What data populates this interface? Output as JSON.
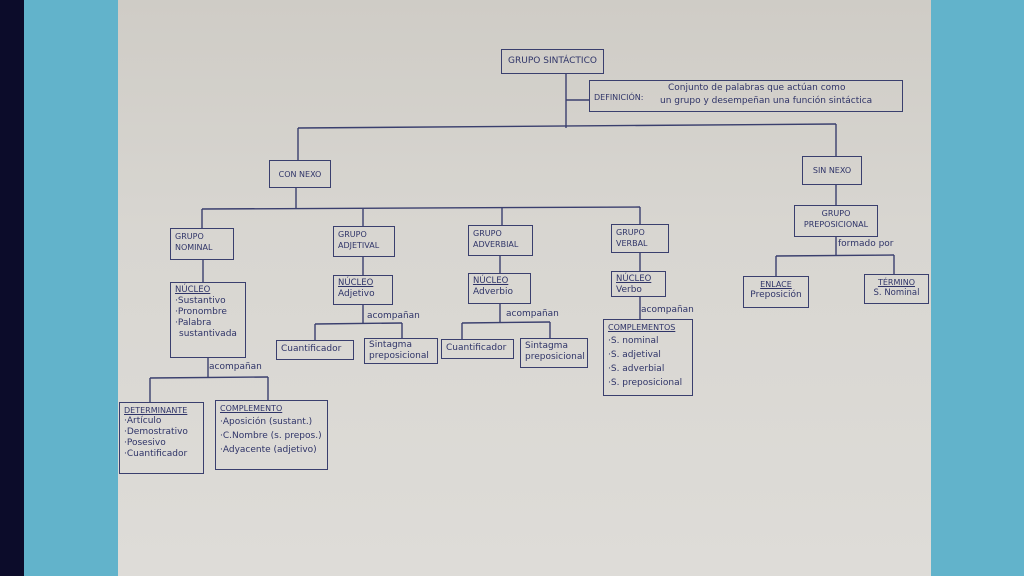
{
  "root": "GRUPO SINTÁCTICO",
  "definition": {
    "label": "DEFINICIÓN:",
    "line1": "Conjunto de palabras que actúan como",
    "line2": "un grupo y desempeñan una función sintáctica"
  },
  "con_nexo": "CON NEXO",
  "sin_nexo": "SIN NEXO",
  "groups": {
    "nominal": {
      "title1": "GRUPO",
      "title2": "NOMINAL",
      "nucleo": "NÚCLEO",
      "items": [
        "·Sustantivo",
        "·Pronombre",
        "·Palabra",
        "sustantivada"
      ],
      "acompanan": "acompañan",
      "determinante": {
        "title": "DETERMINANTE",
        "items": [
          "·Artículo",
          "·Demostrativo",
          "·Posesivo",
          "·Cuantificador"
        ]
      },
      "complemento": {
        "title": "COMPLEMENTO",
        "items": [
          "·Aposición (sustant.)",
          "·C.Nombre (s. prepos.)",
          "·Adyacente (adjetivo)"
        ]
      }
    },
    "adjetival": {
      "title1": "GRUPO",
      "title2": "ADJETIVAL",
      "nucleo": "NÚCLEO",
      "nucleo_val": "Adjetivo",
      "acompanan": "acompañan",
      "left": "Cuantificador",
      "right1": "Sintagma",
      "right2": "preposicional"
    },
    "adverbial": {
      "title1": "GRUPO",
      "title2": "ADVERBIAL",
      "nucleo": "NÚCLEO",
      "nucleo_val": "Adverbio",
      "acompanan": "acompañan",
      "left": "Cuantificador",
      "right1": "Sintagma",
      "right2": "preposicional"
    },
    "verbal": {
      "title1": "GRUPO",
      "title2": "VERBAL",
      "nucleo": "NÚCLEO",
      "nucleo_val": "Verbo",
      "acompanan": "acompañan",
      "complementos": {
        "title": "COMPLEMENTOS",
        "items": [
          "·S. nominal",
          "·S. adjetival",
          "·S. adverbial",
          "·S. preposicional"
        ]
      }
    },
    "preposicional": {
      "title1": "GRUPO",
      "title2": "PREPOSICIONAL",
      "formado": "formado por",
      "enlace": {
        "title": "ENLACE",
        "val": "Preposición"
      },
      "termino": {
        "title": "TÉRMINO",
        "val": "S. Nominal"
      }
    }
  },
  "colors": {
    "ink": "#2f3468",
    "paper": "#d8d6d1",
    "frame": "#62b3cb",
    "outer": "#0c0c2a"
  }
}
